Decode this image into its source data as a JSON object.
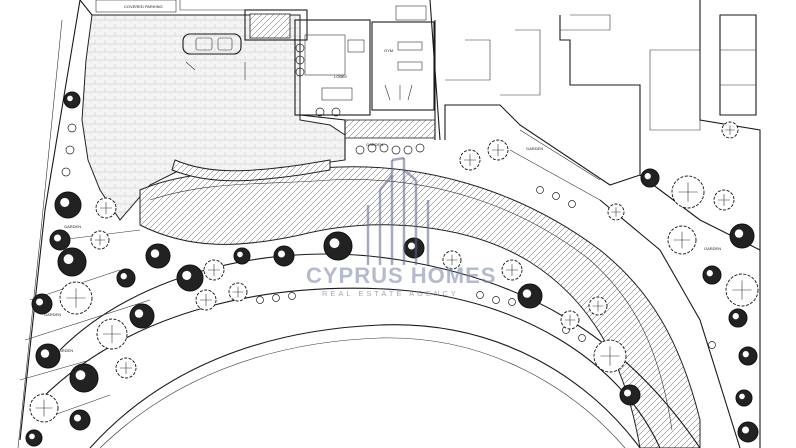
{
  "labels": {
    "covered_parking": "COVERED PARKING",
    "lobby": "LOBBY",
    "gym": "GYM",
    "garden_1": "GARDEN",
    "garden_2": "GARDEN",
    "garden_3": "GARDEN",
    "garden_4": "GARDEN",
    "garden_5": "GARDEN",
    "garden_6": "GARDEN"
  },
  "watermark": {
    "brand": "CYPRUS HOMES",
    "tagline": "REAL ESTATE AGENCY",
    "color": "#7882a5"
  },
  "colors": {
    "line": "#1a1a1a",
    "background": "#ffffff"
  },
  "icons": [
    "tree-symbol",
    "shrub-symbol",
    "car-symbol",
    "logo-mark"
  ]
}
